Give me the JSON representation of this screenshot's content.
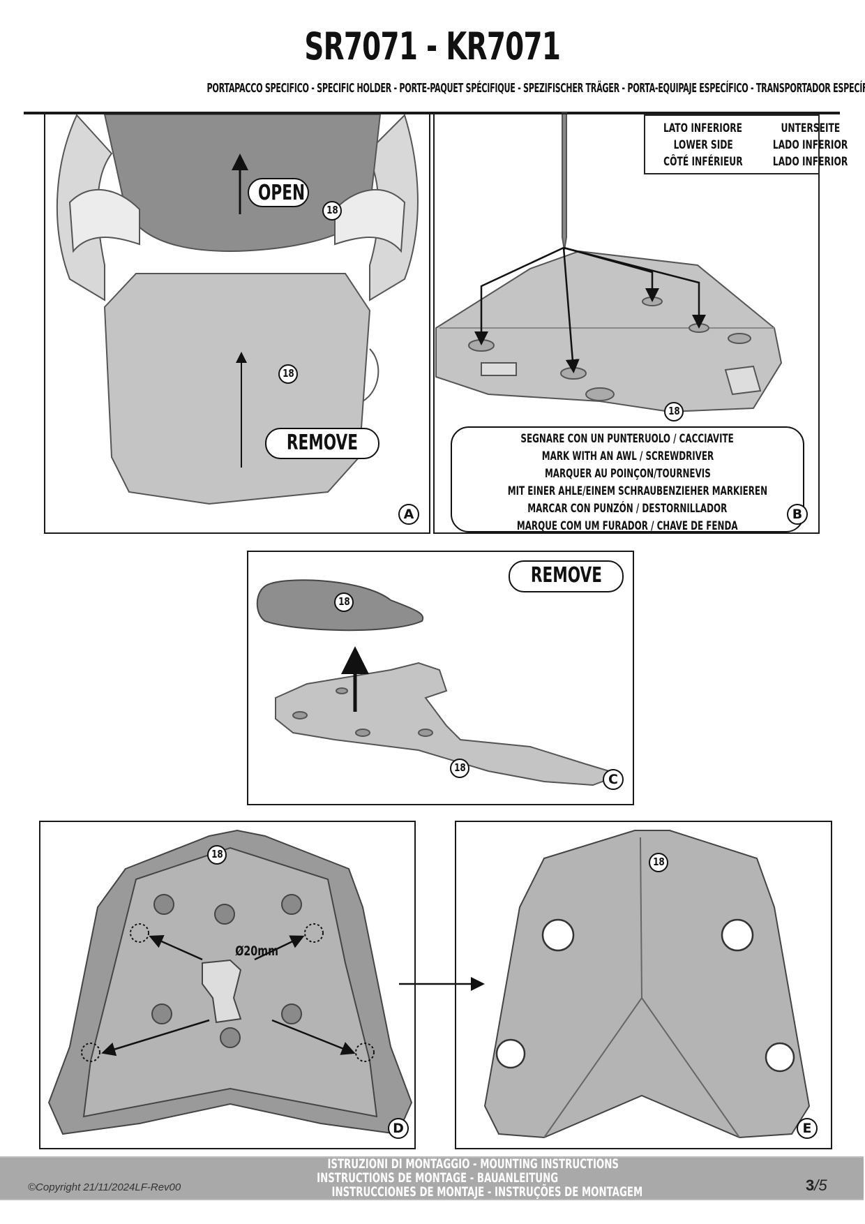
{
  "header": {
    "title": "SR7071 - KR7071",
    "subtitle": "PORTAPACCO SPECIFICO - SPECIFIC HOLDER - PORTE-PAQUET SPÉCIFIQUE - SPEZIFISCHER TRÄGER - PORTA-EQUIPAJE ESPECÍFICO - TRANSPORTADOR ESPECÍFICO"
  },
  "panels": {
    "a": {
      "letter": "A",
      "open_label": "OPEN",
      "remove_label": "REMOVE",
      "part_no_1": "18",
      "part_no_2": "18"
    },
    "b": {
      "letter": "B",
      "part_no": "18",
      "legend": [
        "LATO INFERIORE",
        "UNTERSEITE",
        "LOWER SIDE",
        "LADO INFERIOR",
        "CÔTÉ INFÉRIEUR",
        "LADO INFERIOR"
      ],
      "instructions": [
        "SEGNARE CON UN PUNTERUOLO / CACCIAVITE",
        "MARK WITH AN AWL / SCREWDRIVER",
        "MARQUER AU POINÇON/TOURNEVIS",
        "MIT EINER AHLE/EINEM SCHRAUBENZIEHER MARKIEREN",
        "MARCAR CON PUNZÓN / DESTORNILLADOR",
        "MARQUE COM UM FURADOR / CHAVE DE FENDA"
      ]
    },
    "c": {
      "letter": "C",
      "remove_label": "REMOVE",
      "part_no_1": "18",
      "part_no_2": "18"
    },
    "d": {
      "letter": "D",
      "part_no": "18",
      "drill_diameter": "Ø20mm"
    },
    "e": {
      "letter": "E",
      "part_no": "18"
    }
  },
  "footer": {
    "lines": [
      "ISTRUZIONI DI MONTAGGIO  -  MOUNTING INSTRUCTIONS",
      "INSTRUCTIONS DE MONTAGE - BAUANLEITUNG",
      "INSTRUCCIONES DE MONTAJE - INSTRUÇÕES DE MONTAGEM"
    ],
    "copyright": "©Copyright 21/11/2024LF-Rev00",
    "page_current": "3",
    "page_total": "/5"
  },
  "colors": {
    "footer_bg": "#a9a9a9",
    "part_fill": "#c4c4c4",
    "seat_fill": "#8e8e8e"
  }
}
